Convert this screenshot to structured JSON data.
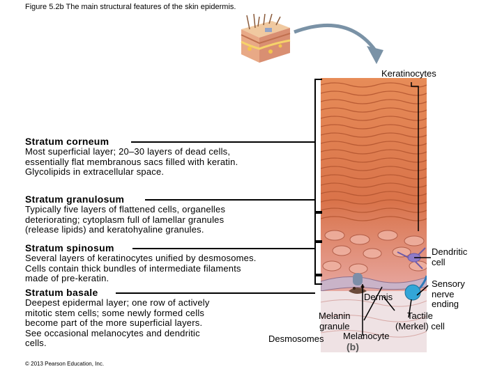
{
  "figure": {
    "title": "Figure 5.2b The main structural features of the skin epidermis.",
    "panel_label": "(b)",
    "copyright": "© 2013 Pearson Education, Inc."
  },
  "layers": [
    {
      "name": "Stratum corneum",
      "desc": [
        "Most superficial layer; 20–30 layers of dead cells,",
        "essentially flat membranous sacs filled with keratin.",
        "Glycolipids in extracellular space."
      ]
    },
    {
      "name": "Stratum granulosum",
      "desc": [
        "Typically five layers of flattened cells, organelles",
        "deteriorating; cytoplasm full of lamellar granules",
        "(release lipids) and keratohyaline granules."
      ]
    },
    {
      "name": "Stratum spinosum",
      "desc": [
        "Several layers of keratinocytes unified by desmosomes.",
        "Cells contain thick bundles of intermediate filaments",
        "made of pre-keratin."
      ]
    },
    {
      "name": "Stratum basale",
      "desc": [
        "Deepest epidermal layer; one row of actively",
        "mitotic stem cells; some newly formed cells",
        "become part of the more superficial layers.",
        "See occasional melanocytes and dendritic",
        "cells."
      ]
    }
  ],
  "structures": {
    "keratinocytes": "Keratinocytes",
    "dendritic_cell": [
      "Dendritic",
      "cell"
    ],
    "sensory_nerve": [
      "Sensory",
      "nerve",
      "ending"
    ],
    "dermis": "Dermis",
    "tactile_cell": [
      "Tactile",
      "(Merkel) cell"
    ],
    "melanin_granule": [
      "Melanin",
      "granule"
    ],
    "melanocyte": "Melanocyte",
    "desmosomes": "Desmosomes"
  }
}
